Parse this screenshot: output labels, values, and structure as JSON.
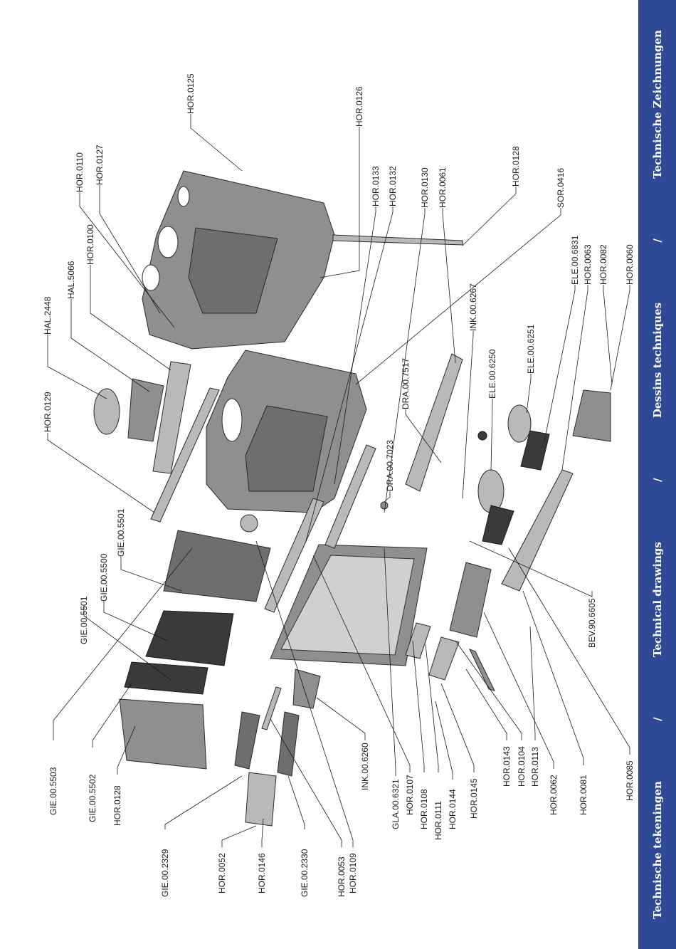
{
  "sidebar": {
    "color": "#2e4a96",
    "headings": [
      "Technische tekeningen",
      "/",
      "Technical drawings",
      "/",
      "Dessins techniques",
      "/",
      "Technische Zeichnungen"
    ]
  },
  "labels": {
    "left": [
      "HOR.0129",
      "HAL.2448",
      "HAL.5066",
      "HOR.0100",
      "HOR.0110",
      "HOR.0127",
      "HOR.0125"
    ],
    "top": [
      "HOR.0126",
      "HOR.0133",
      "HOR.0132",
      "HOR.0130",
      "HOR.0061",
      "HOR.0128",
      "SOR.0416"
    ],
    "middle": [
      "INK.00.6267",
      "DRA.00.7517",
      "DRA.00.7023",
      "ELE.00.6250",
      "ELE.00.6251",
      "ELE.00.6831",
      "HOR.0063",
      "HOR.0082",
      "HOR.0060",
      "BEV.90.6605",
      "GIE.00.5501",
      "GIE.00.5500",
      "GIE.00.5501"
    ],
    "bottom": [
      "GIE.00.5503",
      "GIE.00.5502",
      "HOR.0128",
      "GIE.00.2329",
      "HOR.0052",
      "HOR.0146",
      "GIE.00.2330",
      "HOR.0053",
      "HOR.0109",
      "INK.00.6260",
      "GLA.00.6321",
      "HOR.0107",
      "HOR.0108",
      "HOR.0111",
      "HOR.0144",
      "HOR.0145",
      "HOR.0143",
      "HOR.0104",
      "HOR.0113",
      "HOR.0062",
      "HOR.0081",
      "HOR.0085"
    ]
  }
}
